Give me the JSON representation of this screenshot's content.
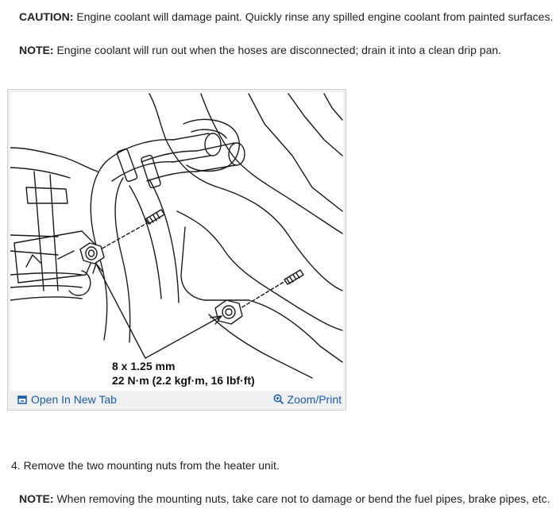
{
  "caution": {
    "label": "CAUTION:",
    "text": " Engine coolant will damage paint. Quickly rinse any spilled engine coolant from painted surfaces."
  },
  "note1": {
    "label": "NOTE:",
    "text": " Engine coolant will run out when the hoses are disconnected; drain it into a clean drip pan."
  },
  "figure": {
    "callout_line1": "8 x 1.25 mm",
    "callout_line2": "22 N·m (2.2 kgf·m, 16 lbf·ft)",
    "open_tab_label": "Open In New Tab",
    "zoom_label": "Zoom/Print",
    "open_tab_icon": "open-new-tab-icon",
    "zoom_icon": "zoom-in-icon"
  },
  "step4": {
    "text": "4. Remove the two mounting nuts from the heater unit."
  },
  "note2": {
    "label": "NOTE:",
    "text": " When removing the mounting nuts, take care not to damage or bend the fuel pipes, brake pipes, etc."
  },
  "colors": {
    "text": "#222222",
    "link": "#1f5aa8",
    "frame_border": "#cfcfcf",
    "frame_bg": "#eef0f2"
  }
}
